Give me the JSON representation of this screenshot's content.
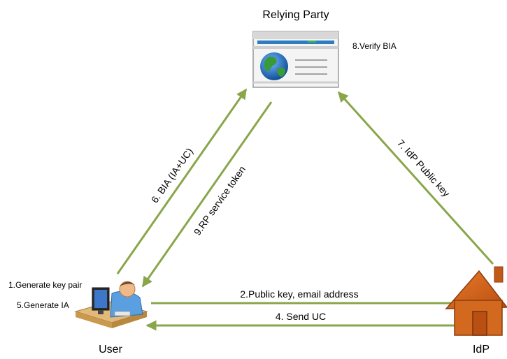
{
  "nodes": {
    "relying_party": {
      "label": "Relying Party",
      "icon": "browser-window-icon"
    },
    "user": {
      "label": "User",
      "icon": "user-at-computer-icon"
    },
    "idp": {
      "label": "IdP",
      "icon": "house-icon"
    }
  },
  "steps": {
    "s1": "1.Generate key pair",
    "s2": "2.Public key, email address",
    "s4": "4. Send UC",
    "s5": "5.Generate IA",
    "s6": "6. BIA (IA+UC)",
    "s7": "7. IdP Public key",
    "s8": "8.Verify BIA",
    "s9": "9.RP service token"
  },
  "colors": {
    "arrow": "#8aa64a",
    "house": "#d2691e",
    "house_dark": "#a24510",
    "globe_blue": "#1f6bb5",
    "globe_green": "#3a9a3a"
  }
}
